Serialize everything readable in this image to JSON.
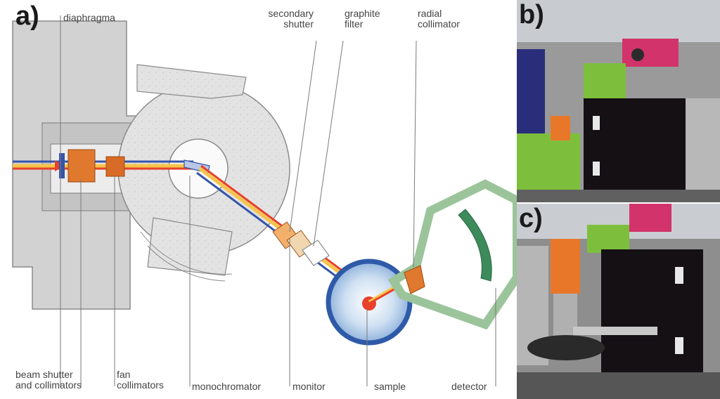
{
  "panels": {
    "a": "a)",
    "b": "b)",
    "c": "c)"
  },
  "labels": {
    "diaphragma": "diaphragma",
    "secondary_shutter_line1": "secondary",
    "secondary_shutter_line2": "shutter",
    "graphite_filter_line1": "graphite",
    "graphite_filter_line2": "filter",
    "radial_collimator_line1": "radial",
    "radial_collimator_line2": "collimator",
    "beam_shutter_line1": "beam shutter",
    "beam_shutter_line2": "and collimators",
    "fan_collimators_line1": "fan",
    "fan_collimators_line2": "collimators",
    "monochromator": "monochromator",
    "monitor": "monitor",
    "sample": "sample",
    "detector": "detector"
  },
  "colors": {
    "shield_gray": "#d4d4d4",
    "shield_outline": "#8a8a8a",
    "beam_red": "#e8402a",
    "beam_yellow": "#f6c44a",
    "beam_blue": "#3454a8",
    "collimator_orange": "#e0782e",
    "sample_blue": "#2e5aa8",
    "detector_green": "#9bc49a",
    "photo_black_box": "#141014",
    "photo_green": "#7dbf3c",
    "photo_magenta": "#d2336a",
    "photo_orange": "#e9772a"
  }
}
